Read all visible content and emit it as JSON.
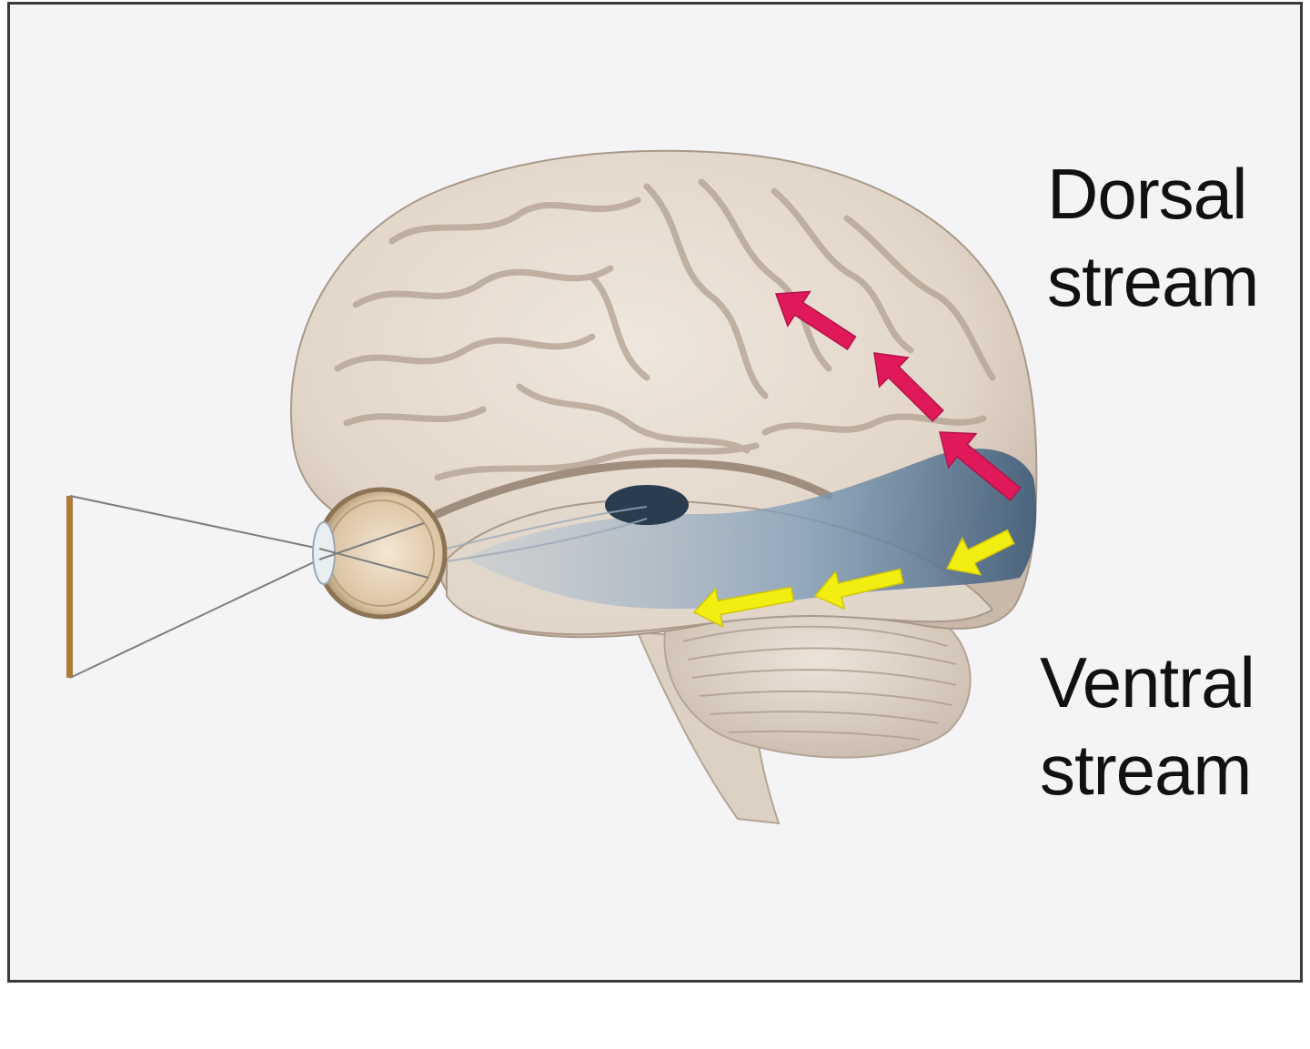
{
  "labels": {
    "dorsal": [
      "Dorsal",
      "stream"
    ],
    "ventral": [
      "Ventral",
      "stream"
    ]
  },
  "colors": {
    "background": "#f4f4f6",
    "frame": "#3a3a3a",
    "brain": "#e7ddd2",
    "brain_shadow": "#b9aa9c",
    "visual_cortex": "#8ea7bd",
    "dorsal_arrows": "#e0195a",
    "ventral_arrows": "#f3ee12",
    "eye": "#d9c0a0",
    "object_bar": "#b07a3a"
  }
}
